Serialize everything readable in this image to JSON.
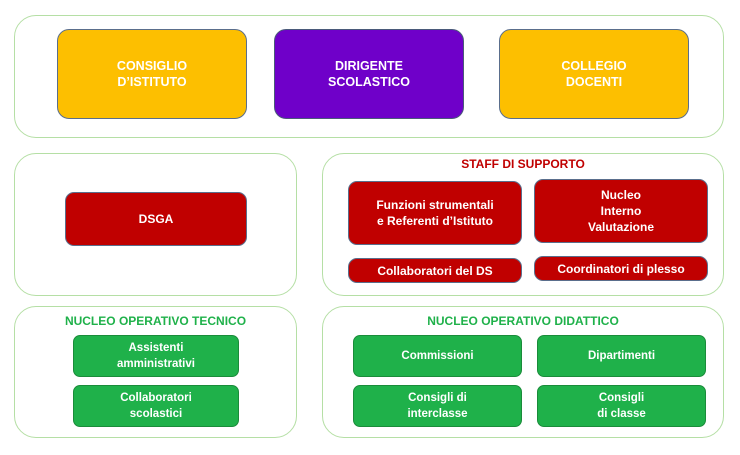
{
  "top_row": {
    "consiglio_istituto": "CONSIGLIO\nD’ISTITUTO",
    "dirigente_scolastico": "DIRIGENTE\nSCOLASTICO",
    "collegio_docenti": "COLLEGIO\nDOCENTI"
  },
  "middle_left": {
    "dsga": "DSGA"
  },
  "staff": {
    "title": "STAFF DI SUPPORTO",
    "funzioni": "Funzioni strumentali\ne Referenti d’Istituto",
    "nucleo_valutazione": "Nucleo\nInterno\nValutazione",
    "collaboratori_ds": "Collaboratori del DS",
    "coordinatori_plesso": "Coordinatori di plesso"
  },
  "nucleo_tecnico": {
    "title": "NUCLEO OPERATIVO TECNICO",
    "assistenti": "Assistenti\namministrativi",
    "collaboratori": "Collaboratori\nscolastici"
  },
  "nucleo_didattico": {
    "title": "NUCLEO OPERATIVO DIDATTICO",
    "commissioni": "Commissioni",
    "dipartimenti": "Dipartimenti",
    "consigli_interclasse": "Consigli di\ninterclasse",
    "consigli_classe": "Consigli\ndi classe"
  },
  "colors": {
    "yellow": "#fdbf00",
    "purple": "#6f00c9",
    "red": "#c00000",
    "green": "#1fb14a",
    "panel_border": "#b5dfa5"
  }
}
